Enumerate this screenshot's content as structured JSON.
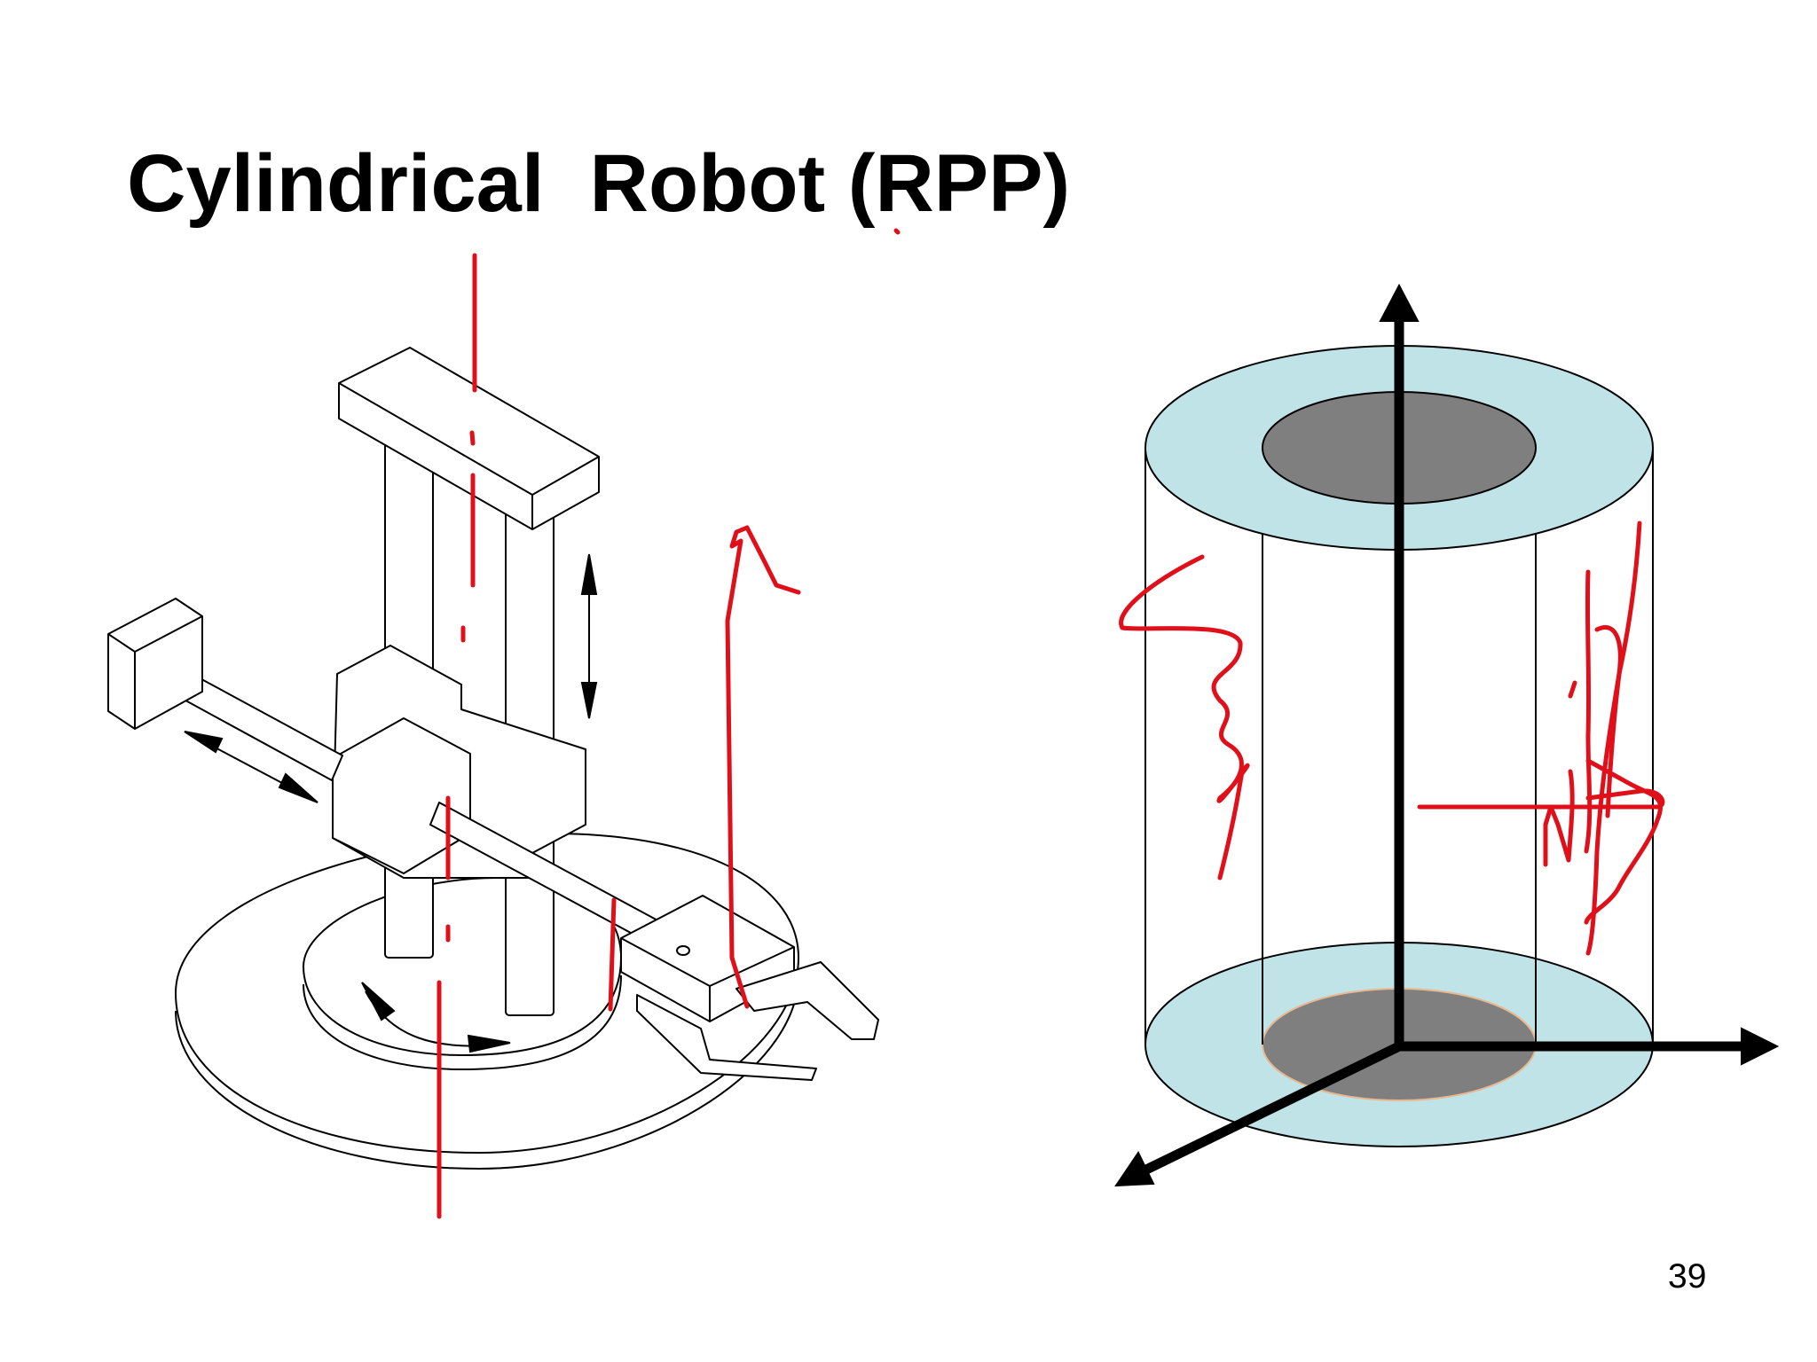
{
  "slide": {
    "title": "Cylindrical  Robot (RPP)",
    "page_number": "39"
  },
  "colors": {
    "text": "#000000",
    "annotation_ink": "#e0101a",
    "annulus_fill": "#bfe3e6",
    "core_fill": "#7f7f7f",
    "line": "#000000"
  },
  "figures": {
    "left": "robot-arm-line-drawing",
    "right": "cylindrical-workspace-diagram"
  }
}
